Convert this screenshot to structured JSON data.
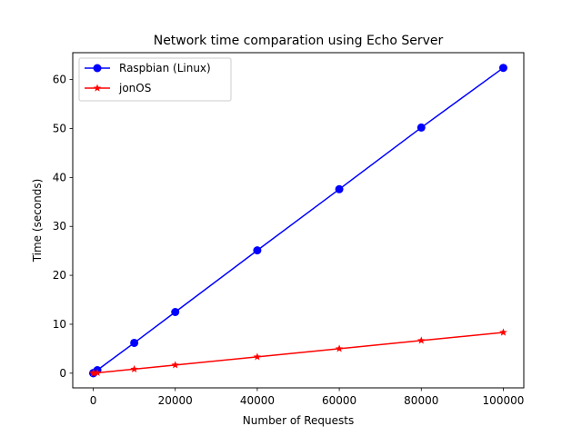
{
  "chart_data": {
    "type": "line",
    "title": "Network time comparation using Echo Server",
    "xlabel": "Number of Requests",
    "ylabel": "Time (seconds)",
    "xlim": [
      -5000,
      105000
    ],
    "ylim": [
      -3,
      65.5
    ],
    "xticks": [
      0,
      20000,
      40000,
      60000,
      80000,
      100000
    ],
    "yticks": [
      0,
      10,
      20,
      30,
      40,
      50,
      60
    ],
    "grid": false,
    "legend_position": "upper left",
    "series": [
      {
        "name": "Raspbian (Linux)",
        "color": "#0000ff",
        "marker": "circle",
        "x": [
          1,
          10,
          100,
          1000,
          10000,
          20000,
          40000,
          60000,
          80000,
          100000
        ],
        "y": [
          0.0006,
          0.006,
          0.06,
          0.62,
          6.2,
          12.5,
          25.1,
          37.6,
          50.2,
          62.4
        ]
      },
      {
        "name": "jonOS",
        "color": "#ff0000",
        "marker": "star",
        "x": [
          1,
          10,
          100,
          1000,
          10000,
          20000,
          40000,
          60000,
          80000,
          100000
        ],
        "y": [
          0.0001,
          0.001,
          0.01,
          0.08,
          0.83,
          1.67,
          3.33,
          5.0,
          6.67,
          8.33
        ]
      }
    ]
  }
}
